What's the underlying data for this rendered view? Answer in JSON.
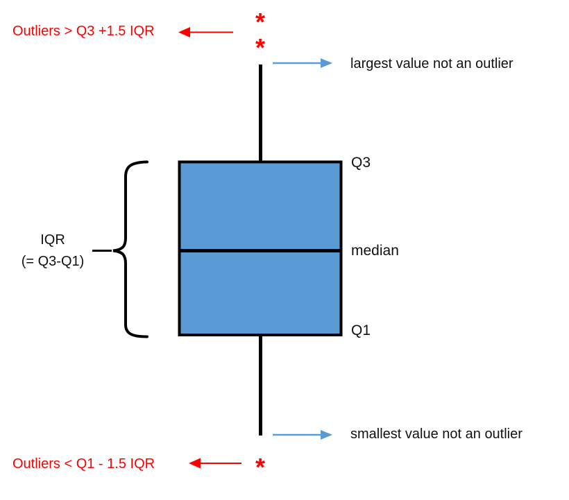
{
  "colors": {
    "box_fill": "#5B9BD5",
    "box_stroke": "#000000",
    "outlier_red": "#FF0000",
    "arrow_blue": "#5B9BD5",
    "text": "#111111"
  },
  "annotations": {
    "upper_outlier_rule": "Outliers > Q3 +1.5 IQR",
    "lower_outlier_rule": "Outliers < Q1 - 1.5 IQR",
    "upper_whisker_label": "largest value not an outlier",
    "lower_whisker_label": "smallest value not an outlier"
  },
  "box_labels": {
    "q3": "Q3",
    "median": "median",
    "q1": "Q1"
  },
  "iqr_label": {
    "line1": "IQR",
    "line2": "(= Q3-Q1)"
  },
  "markers": {
    "outlier_glyph": "*"
  }
}
